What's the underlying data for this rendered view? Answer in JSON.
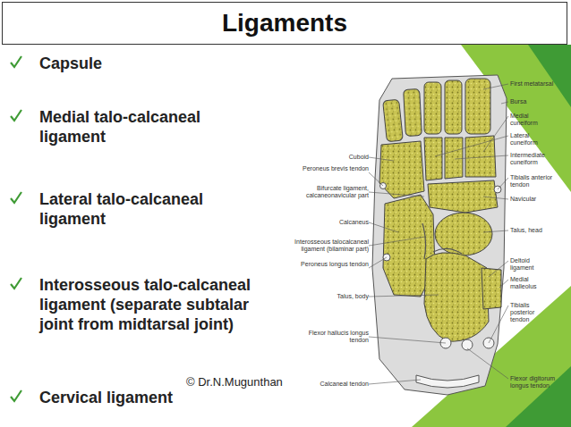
{
  "diagram": {
    "title": "Ligaments",
    "labels": [
      "Capsule",
      "Medial talo-calcaneal ligament",
      "Lateral talo-calcaneal ligament",
      "Interosseous talo-calcaneal ligament (separate subtalar joint from midtarsal joint)",
      "Cervical ligament",
      "Cuboid",
      "Peroneus brevis tendon",
      "Bifurcate ligament, calcaneonavicular part",
      "Calcaneus",
      "Interosseous talocalcaneal ligament (bilaminar part)",
      "Peroneus longus tendon",
      "Talus, body",
      "Flexor hallucis longus tendon",
      "Calcaneal tendon",
      "First metatarsal",
      "Bursa",
      "Medial cuneiform",
      "Lateral cuneiform",
      "Intermediate cuneiform",
      "Tibialis anterior tendon",
      "Navicular",
      "Talus, head",
      "Deltoid ligament",
      "Medial malleolus",
      "Tibialis posterior tendon",
      "Flexor digitorum longus tendon",
      "© Dr.N.Mugunthan"
    ]
  }
}
